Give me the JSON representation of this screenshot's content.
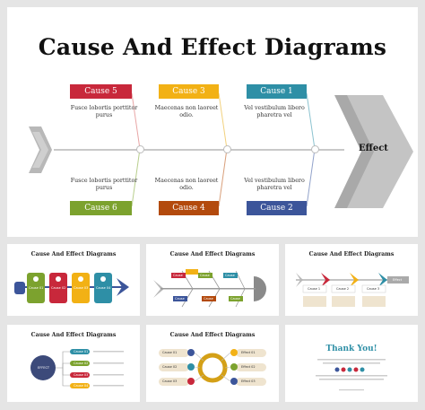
{
  "main_slide": {
    "title": "Cause And Effect Diagrams",
    "effect": "Effect",
    "causes": [
      {
        "label": "Cause 5",
        "text": "Fusce lobortis porttitor purus",
        "color": "#c8283b"
      },
      {
        "label": "Cause 3",
        "text": "Maecenas non laoreet odio.",
        "color": "#f2b115"
      },
      {
        "label": "Cause 1",
        "text": "Vel vestibulum libero pharetra vel",
        "color": "#2e8fa6"
      },
      {
        "label": "Cause 6",
        "text": "Fusce lobortis porttitor purus",
        "color": "#7ca22e"
      },
      {
        "label": "Cause 4",
        "text": "Maecenas non laoreet odio.",
        "color": "#b34a0d"
      },
      {
        "label": "Cause 2",
        "text": "Vel vestibulum libero pharetra vel",
        "color": "#3c559a"
      }
    ]
  },
  "thumbnails": [
    {
      "title": "Cause And Effect Diagrams",
      "items": [
        "Cause 01",
        "Cause 02",
        "Cause 03",
        "Cause 04"
      ]
    },
    {
      "title": "Cause And Effect Diagrams",
      "items": [
        "Cause",
        "Cause",
        "Cause",
        "Cause",
        "Cause",
        "Cause"
      ]
    },
    {
      "title": "Cause And Effect Diagrams",
      "items": [
        "Cause 1",
        "Cause 2",
        "Cause 3",
        "Effect"
      ]
    },
    {
      "title": "Cause And Effect Diagrams",
      "center": "EFFECT",
      "items": [
        "Cause 01",
        "Cause 02",
        "Cause 03",
        "Cause 04"
      ]
    },
    {
      "title": "Cause And Effect Diagrams",
      "left": [
        "Cause 01",
        "Cause 02",
        "Cause 03"
      ],
      "right": [
        "Effect 01",
        "Effect 02",
        "Effect 03"
      ]
    },
    {
      "title": "Thank You!"
    }
  ]
}
